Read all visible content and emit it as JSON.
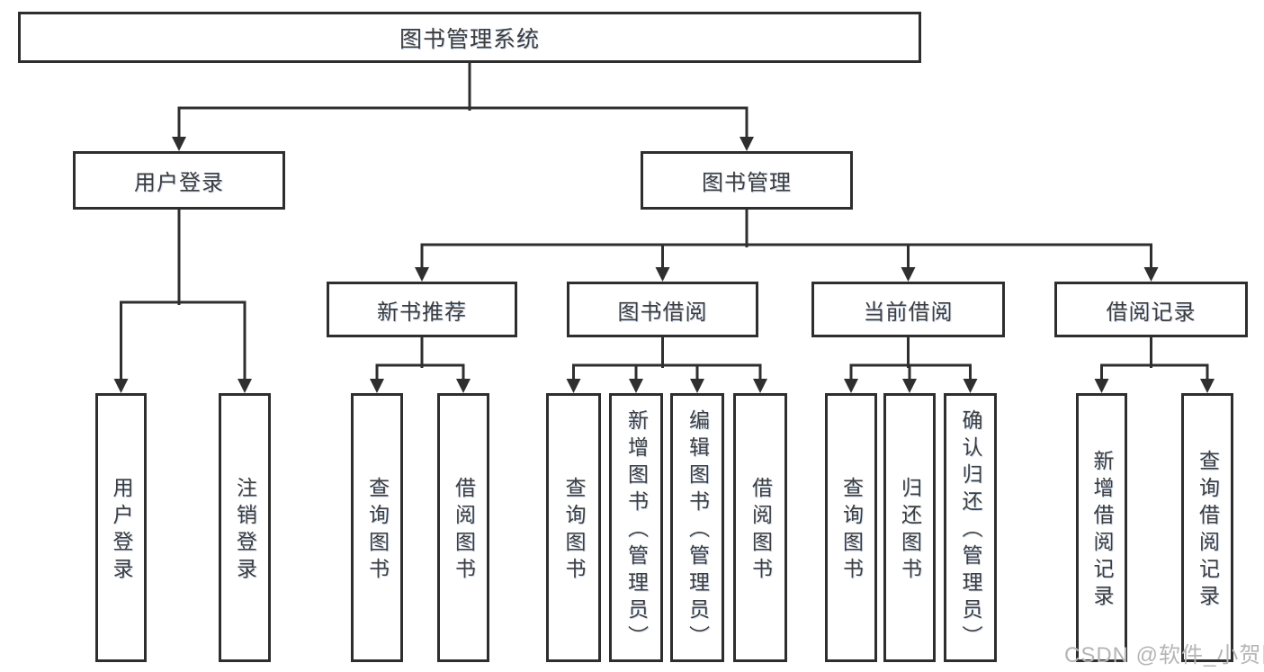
{
  "tree": {
    "label": "图书管理系统",
    "children": [
      {
        "label": "用户登录",
        "children": [
          {
            "label": "用户登录"
          },
          {
            "label": "注销登录"
          }
        ]
      },
      {
        "label": "图书管理",
        "children": [
          {
            "label": "新书推荐",
            "children": [
              {
                "label": "查询图书"
              },
              {
                "label": "借阅图书"
              }
            ]
          },
          {
            "label": "图书借阅",
            "children": [
              {
                "label": "查询图书"
              },
              {
                "label": "新增图书（管理员）"
              },
              {
                "label": "编辑图书（管理员）"
              },
              {
                "label": "借阅图书"
              }
            ]
          },
          {
            "label": "当前借阅",
            "children": [
              {
                "label": "查询图书"
              },
              {
                "label": "归还图书"
              },
              {
                "label": "确认归还（管理员）"
              }
            ]
          },
          {
            "label": "借阅记录",
            "children": [
              {
                "label": "新增借阅记录"
              },
              {
                "label": "查询借阅记录"
              }
            ]
          }
        ]
      }
    ]
  },
  "watermark": "CSDN @软件_小贺同学",
  "colors": {
    "line": "#2f2f2f",
    "border": "#2e2e2e",
    "text": "#3d3d3d",
    "watermark": "#b5b5b5",
    "background": "#ffffff"
  }
}
